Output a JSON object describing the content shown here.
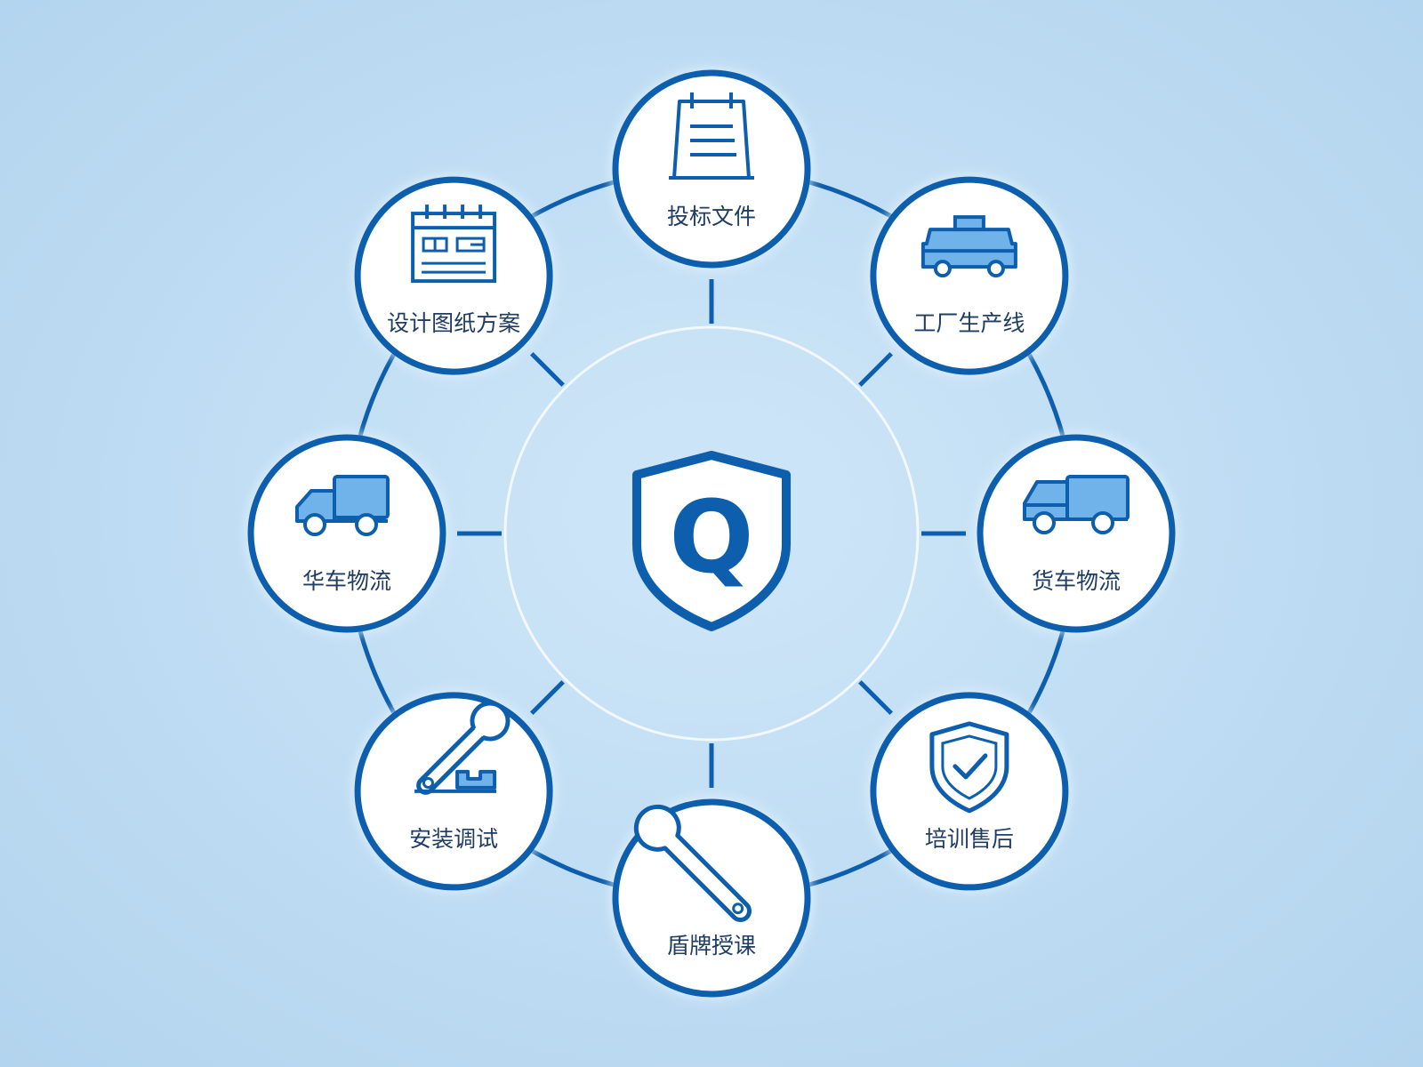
{
  "theme": {
    "primary": "#0d5fad",
    "icon_fill": "#6fb3ea",
    "node_fill": "#ffffff",
    "inner_ring": "#f2f8fe",
    "label_color": "#1f3d63"
  },
  "center": {
    "icon": "shield-q-icon",
    "letter": "Q"
  },
  "nodes": [
    {
      "label": "投标文件",
      "icon": "document-icon"
    },
    {
      "label": "工厂生产线",
      "icon": "production-line-icon"
    },
    {
      "label": "货车物流",
      "icon": "truck-icon"
    },
    {
      "label": "培训售后",
      "icon": "shield-check-icon"
    },
    {
      "label": "盾牌授课",
      "icon": "wrench-icon"
    },
    {
      "label": "安装调试",
      "icon": "wrench-tool-icon"
    },
    {
      "label": "华车物流",
      "icon": "delivery-truck-icon"
    },
    {
      "label": "设计图纸方案",
      "icon": "blueprint-icon"
    }
  ]
}
